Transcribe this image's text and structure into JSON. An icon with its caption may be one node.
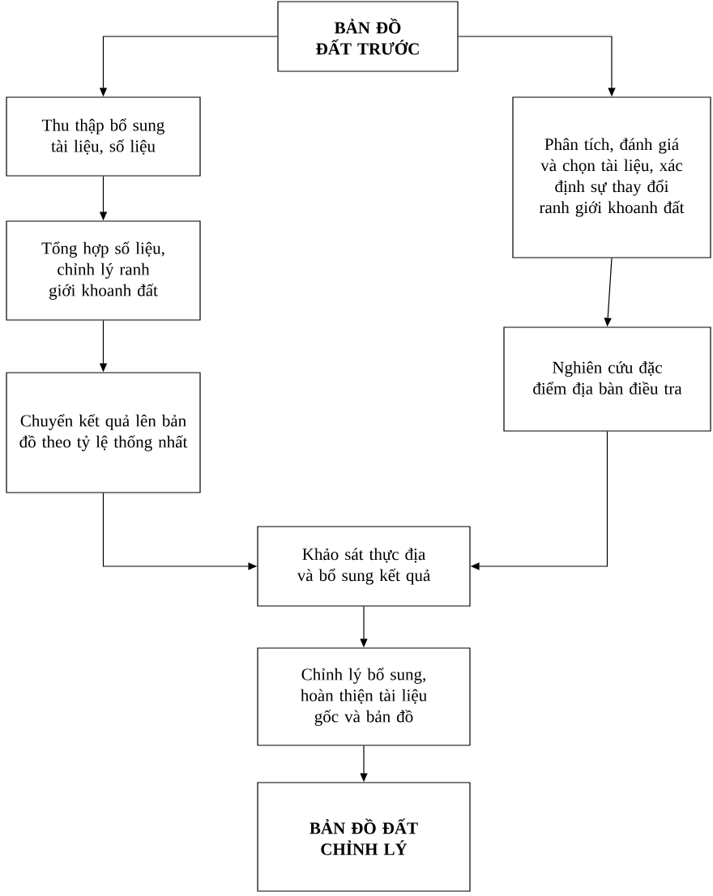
{
  "diagram": {
    "nodes": [
      {
        "text": [
          "BẢN ĐỒ ĐẤT TRƯỚC"
        ]
      },
      {
        "text": [
          "Thu thập bổ sung tài liệu, số liệu"
        ]
      },
      {
        "text": [
          "Phân tích, đánh giá và chọn tài liệu, xác định sự thay đổi ranh giới khoanh đất"
        ]
      },
      {
        "text": [
          "Tổng hợp số liệu, chỉnh lý ranh giới khoanh đất"
        ]
      },
      {
        "text": [
          "Nghiên cứu đặc điểm địa bàn điều tra"
        ]
      },
      {
        "text": [
          "Chuyển kết quả lên bản đồ theo tỷ lệ thống nhất"
        ]
      },
      {
        "text": [
          "Khảo sát thực địa và bổ sung kết quả"
        ]
      },
      {
        "text": [
          "Chỉnh lý bổ sung, hoàn thiện tài liệu gốc và bản đồ"
        ]
      },
      {
        "text": [
          "BẢN ĐỒ ĐẤT CHỈNH LÝ"
        ]
      }
    ],
    "edges": [
      {
        "from": 0,
        "to": 1,
        "arrow": "to"
      },
      {
        "from": 0,
        "to": 2,
        "arrow": "to"
      },
      {
        "from": 1,
        "to": 3,
        "arrow": "to"
      },
      {
        "from": 3,
        "to": 5,
        "arrow": "to"
      },
      {
        "from": 2,
        "to": 4,
        "arrow": "to"
      },
      {
        "from": 5,
        "to": 6,
        "arrow": "to"
      },
      {
        "from": 4,
        "to": 6,
        "arrow": "to"
      },
      {
        "from": 6,
        "to": 7,
        "arrow": "to"
      },
      {
        "from": 7,
        "to": 8,
        "arrow": "to"
      }
    ]
  }
}
